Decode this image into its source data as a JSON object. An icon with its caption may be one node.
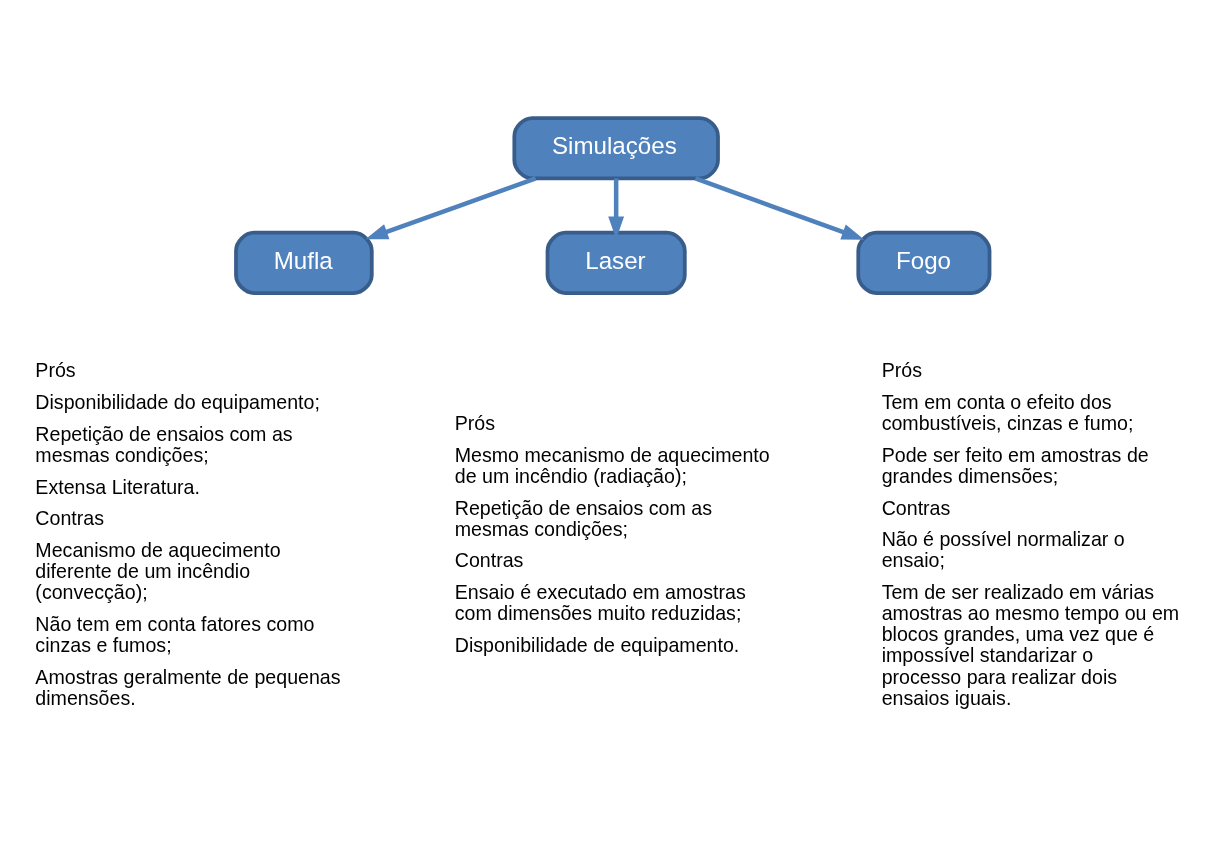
{
  "diagram": {
    "nodes": [
      {
        "text": [
          "Simulações"
        ]
      },
      {
        "text": [
          "Mufla"
        ],
        "beside": [
          "Prós",
          "Disponibilidade do equipamento;",
          "Repetição de ensaios com as mesmas condições;",
          "Extensa Literatura.",
          "Contras",
          "Mecanismo de aquecimento diferente de um incêndio (convecção);",
          "Não tem em conta fatores como cinzas e fumos;",
          "Amostras geralmente de pequenas dimensões."
        ]
      },
      {
        "text": [
          "Laser"
        ],
        "beside": [
          "Prós",
          "Mesmo mecanismo de aquecimento de um incêndio (radiação);",
          "Repetição de ensaios com as mesmas condições;",
          "Contras",
          "Ensaio é executado em amostras com dimensões muito reduzidas;",
          "Disponibilidade de equipamento."
        ]
      },
      {
        "text": [
          "Fogo"
        ],
        "beside": [
          "Prós",
          "Tem em conta o efeito dos combustíveis, cinzas e fumo;",
          "Pode ser feito em amostras de grandes dimensões;",
          "Contras",
          "Não é possível normalizar o ensaio;",
          "Tem de ser realizado em várias amostras ao mesmo tempo ou em blocos grandes, uma vez que é impossível standarizar o processo para realizar dois ensaios iguais."
        ]
      }
    ],
    "edges": [
      {
        "from": 0,
        "to": 1,
        "arrow": "to"
      },
      {
        "from": 0,
        "to": 2,
        "arrow": "to"
      },
      {
        "from": 0,
        "to": 3,
        "arrow": "to"
      }
    ]
  }
}
